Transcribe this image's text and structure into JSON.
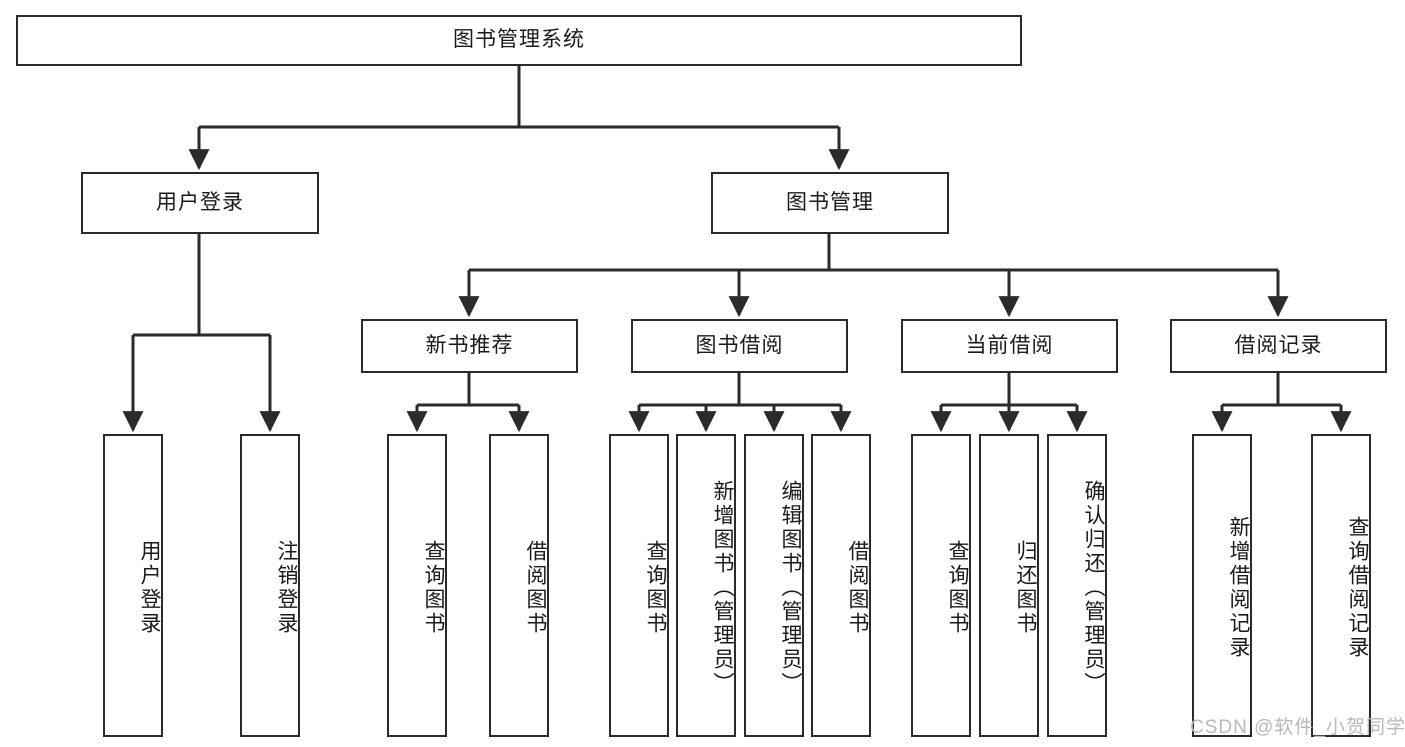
{
  "diagram": {
    "title": "图书管理系统",
    "type": "tree-hierarchy",
    "orientation": "top-down",
    "colors": {
      "stroke": "#2b2b2b",
      "fill": "#ffffff",
      "text": "#1a1a1a",
      "watermark": "#b9b9b9"
    },
    "nodes": {
      "root": "图书管理系统",
      "level1": [
        "用户登录",
        "图书管理"
      ],
      "level2": [
        "新书推荐",
        "图书借阅",
        "当前借阅",
        "借阅记录"
      ],
      "leaves_user_login": [
        "用户登录",
        "注销登录"
      ],
      "leaves_new_book": [
        "查询图书",
        "借阅图书"
      ],
      "leaves_borrow": [
        "查询图书",
        "新增图书（管理员）",
        "编辑图书（管理员）",
        "借阅图书"
      ],
      "leaves_current": [
        "查询图书",
        "归还图书",
        "确认归还（管理员）"
      ],
      "leaves_records": [
        "新增借阅记录",
        "查询借阅记录"
      ]
    },
    "edges": [
      {
        "from": "图书管理系统",
        "to": "用户登录"
      },
      {
        "from": "图书管理系统",
        "to": "图书管理"
      },
      {
        "from": "用户登录",
        "to": "用户登录"
      },
      {
        "from": "用户登录",
        "to": "注销登录"
      },
      {
        "from": "图书管理",
        "to": "新书推荐"
      },
      {
        "from": "图书管理",
        "to": "图书借阅"
      },
      {
        "from": "图书管理",
        "to": "当前借阅"
      },
      {
        "from": "图书管理",
        "to": "借阅记录"
      },
      {
        "from": "新书推荐",
        "to": "查询图书"
      },
      {
        "from": "新书推荐",
        "to": "借阅图书"
      },
      {
        "from": "图书借阅",
        "to": "查询图书"
      },
      {
        "from": "图书借阅",
        "to": "新增图书（管理员）"
      },
      {
        "from": "图书借阅",
        "to": "编辑图书（管理员）"
      },
      {
        "from": "图书借阅",
        "to": "借阅图书"
      },
      {
        "from": "当前借阅",
        "to": "查询图书"
      },
      {
        "from": "当前借阅",
        "to": "归还图书"
      },
      {
        "from": "当前借阅",
        "to": "确认归还（管理员）"
      },
      {
        "from": "借阅记录",
        "to": "新增借阅记录"
      },
      {
        "from": "借阅记录",
        "to": "查询借阅记录"
      }
    ]
  },
  "watermark": {
    "text": "CSDN @软件_小贺同学"
  }
}
